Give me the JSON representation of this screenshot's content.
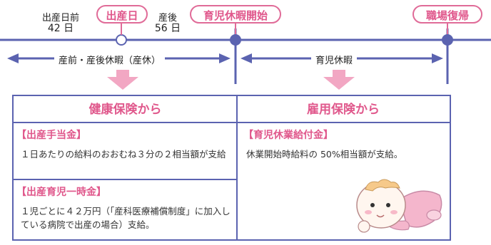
{
  "timeline": {
    "before_label_1": "出産日前",
    "before_label_2": "42 日",
    "after_label_1": "産後",
    "after_label_2": "56 日",
    "birth": "出産日",
    "childcare_start": "育児休暇開始",
    "return_to_work": "職場復帰",
    "period_1": "産前・産後休暇（産休）",
    "period_2": "育児休暇"
  },
  "columns": {
    "left_header": "健康保険から",
    "right_header": "雇用保険から"
  },
  "items": {
    "birth_allowance_title": "【出産手当金】",
    "birth_allowance_text": "１日あたりの給料のおおむね３分の２相当額が支給",
    "lump_sum_title": "【出産育児一時金】",
    "lump_sum_text": "１児ごとに４２万円（「産科医療補償制度」に加入している病院で出産の場合）支給。",
    "childcare_benefit_title": "【育児休業給付金】",
    "childcare_benefit_text": "休業開始時給料の 50%相当額が支給。"
  },
  "colors": {
    "pink": "#e0588c",
    "navy": "#5b63b0",
    "arrow_pink": "#f2a7c3"
  }
}
